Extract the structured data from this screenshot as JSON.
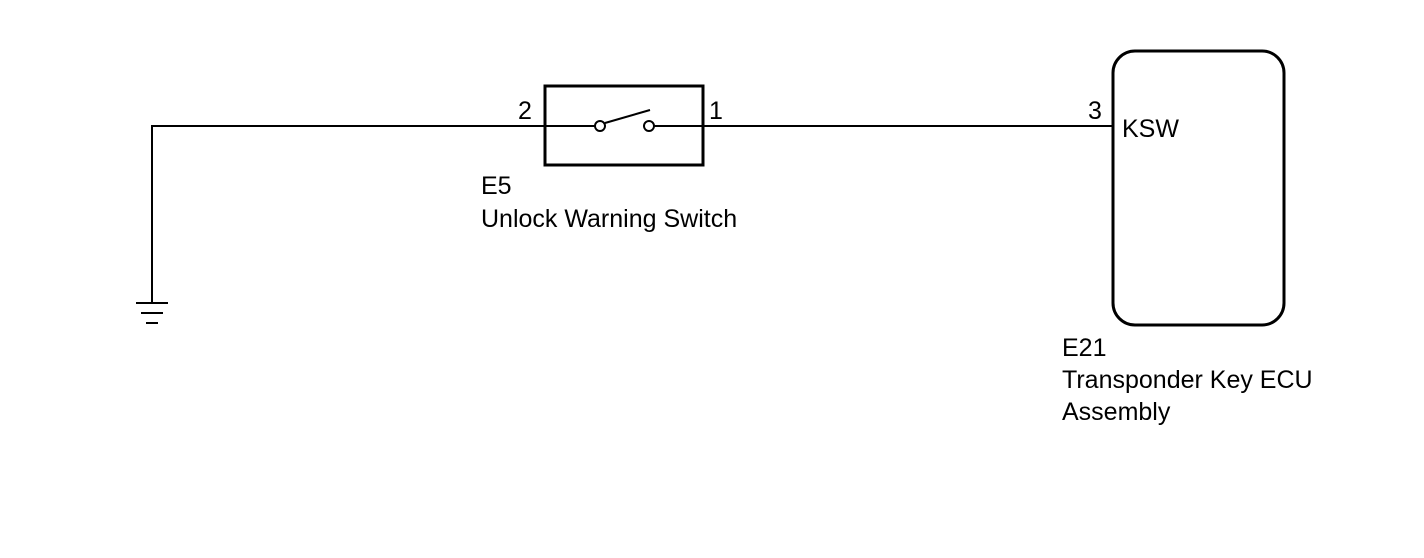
{
  "ground": {
    "icon": "ground-symbol-icon"
  },
  "switch": {
    "connector_id": "E5",
    "name": "Unlock Warning Switch",
    "pin_left": "2",
    "pin_right": "1",
    "icon": "switch-open-icon"
  },
  "ecu": {
    "connector_id": "E21",
    "name_line1": "Transponder Key ECU",
    "name_line2": "Assembly",
    "pin": "3",
    "terminal": "KSW"
  }
}
